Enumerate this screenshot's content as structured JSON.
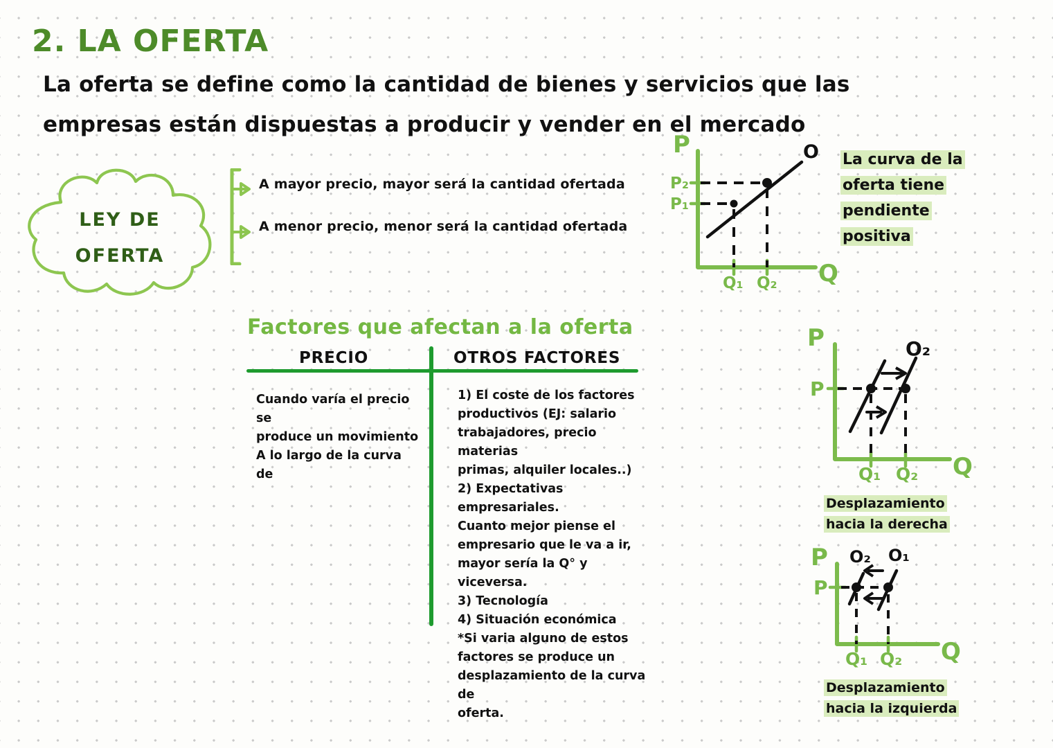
{
  "page": {
    "title": "2. LA OFERTA",
    "definition_line1": "La oferta se define como la cantidad de bienes y servicios que las",
    "definition_line2": "empresas están dispuestas a producir y vender en el mercado"
  },
  "cloud": {
    "line1": "LEY DE",
    "line2": "OFERTA"
  },
  "law": {
    "items": [
      "A mayor precio, mayor será la cantidad ofertada",
      "A menor precio, menor será la cantidad ofertada"
    ]
  },
  "factors": {
    "heading": "Factores que afectan a la oferta",
    "columns": [
      {
        "header": "PRECIO"
      },
      {
        "header": "OTROS FACTORES"
      }
    ],
    "precio_lines": [
      "Cuando varía el precio se",
      "produce un movimiento",
      "A lo largo de la curva de"
    ],
    "otros_lines": [
      "1) El coste de los factores",
      "productivos (EJ: salario",
      "trabajadores, precio materias",
      "primas, alquiler locales..)",
      "2) Expectativas empresariales.",
      "Cuanto mejor piense el",
      "empresario que le va a ir,",
      "mayor sería la Q° y viceversa.",
      "3) Tecnología",
      "4) Situación económica",
      "*Si varia alguno de estos",
      "factores se produce un",
      "desplazamiento de la curva de",
      "oferta."
    ]
  },
  "notes": {
    "pendiente_lines": [
      "La curva de la",
      "oferta tiene",
      "pendiente",
      "positiva"
    ],
    "derecha_lines": [
      "Desplazamiento",
      "hacia la derecha"
    ],
    "izquierda_lines": [
      "Desplazamiento",
      "hacia la izquierda"
    ]
  },
  "graphs": [
    {
      "name": "supply-curve-positive-slope",
      "axis_y": "P",
      "axis_x": "Q",
      "y_ticks": [
        "P₂",
        "P₁"
      ],
      "x_ticks": [
        "Q₁",
        "Q₂"
      ],
      "curve_labels": [
        "O"
      ]
    },
    {
      "name": "supply-shift-right",
      "axis_y": "P",
      "axis_x": "Q",
      "y_ticks": [
        "P"
      ],
      "x_ticks": [
        "Q₁",
        "Q₂"
      ],
      "curve_labels": [
        "O₂"
      ]
    },
    {
      "name": "supply-shift-left",
      "axis_y": "P",
      "axis_x": "Q",
      "y_ticks": [
        "P"
      ],
      "x_ticks": [
        "Q₁",
        "Q₂"
      ],
      "curve_labels": [
        "O₂",
        "O₁"
      ]
    }
  ],
  "colors": {
    "title_green": "#4d8b29",
    "accent_green": "#74b843",
    "table_green": "#1e9b2e",
    "axis_green": "#79b94a",
    "highlight": "#d9ecbd",
    "ink": "#111111",
    "cloud_text": "#2f5e17"
  }
}
